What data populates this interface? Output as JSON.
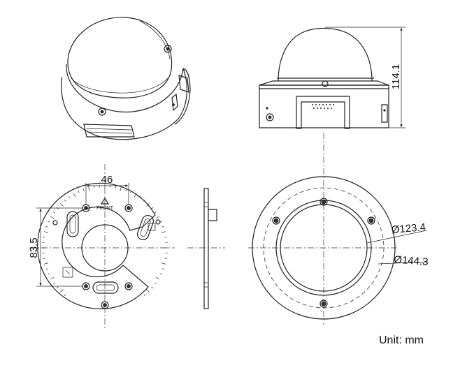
{
  "dimensions": {
    "height": "114.1",
    "hole_spacing": "46",
    "plate_height": "83.5",
    "inner_diameter": "Ø123.4",
    "outer_diameter": "Ø144.3"
  },
  "plate_mark": "FRONT",
  "unit_label": "Unit: mm"
}
